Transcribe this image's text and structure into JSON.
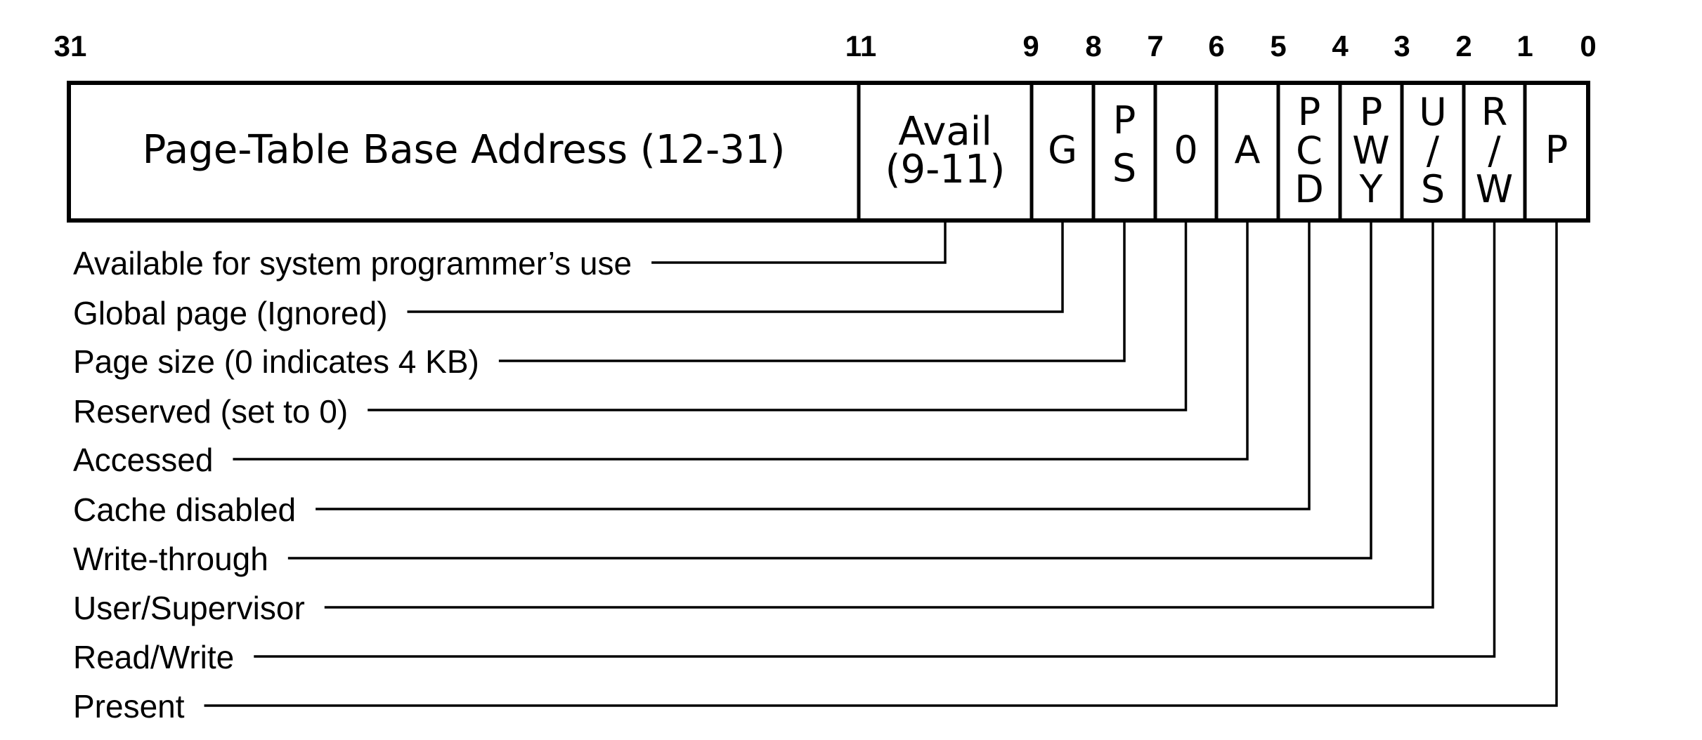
{
  "bit_numbers": [
    "31",
    "11",
    "9",
    "8",
    "7",
    "6",
    "5",
    "4",
    "3",
    "2",
    "1",
    "0"
  ],
  "fields": [
    {
      "id": "base",
      "lines": [
        "Page-Table Base Address (12-31)"
      ]
    },
    {
      "id": "avail",
      "lines": [
        "Avail",
        "(9-11)"
      ]
    },
    {
      "id": "g",
      "lines": [
        "G"
      ]
    },
    {
      "id": "ps",
      "lines": [
        "P",
        "S"
      ]
    },
    {
      "id": "zero",
      "lines": [
        "0"
      ]
    },
    {
      "id": "a",
      "lines": [
        "A"
      ]
    },
    {
      "id": "pcd",
      "lines": [
        "P",
        "C",
        "D"
      ]
    },
    {
      "id": "pwy",
      "lines": [
        "P",
        "W",
        "Y"
      ]
    },
    {
      "id": "us",
      "lines": [
        "U",
        "/",
        "S"
      ]
    },
    {
      "id": "rw",
      "lines": [
        "R",
        "/",
        "W"
      ]
    },
    {
      "id": "p",
      "lines": [
        "P"
      ]
    }
  ],
  "descriptions": [
    {
      "field": "avail",
      "text": "Available for system programmer’s use"
    },
    {
      "field": "g",
      "text": "Global page (Ignored)"
    },
    {
      "field": "ps",
      "text": "Page size (0 indicates 4 KB)"
    },
    {
      "field": "zero",
      "text": "Reserved (set to 0)"
    },
    {
      "field": "a",
      "text": "Accessed"
    },
    {
      "field": "pcd",
      "text": "Cache disabled"
    },
    {
      "field": "pwy",
      "text": "Write-through"
    },
    {
      "field": "us",
      "text": "User/Supervisor"
    },
    {
      "field": "rw",
      "text": "Read/Write"
    },
    {
      "field": "p",
      "text": "Present"
    }
  ]
}
